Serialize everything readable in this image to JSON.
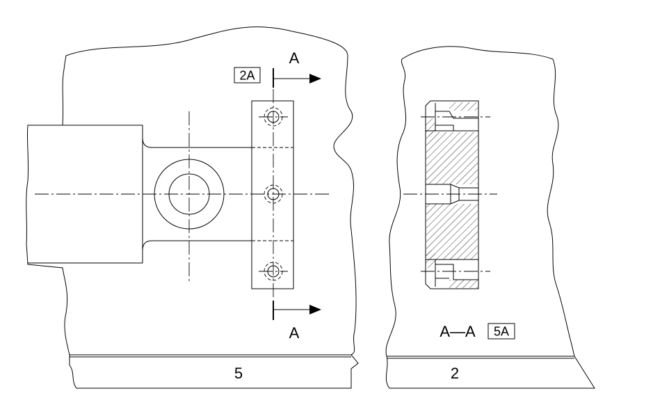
{
  "left_view": {
    "section_label_top": "A",
    "section_label_bottom": "A",
    "ref_box": "2A",
    "sheet_label": "5"
  },
  "right_view": {
    "section_title": "A—A",
    "ref_box": "5A",
    "sheet_label": "2"
  }
}
